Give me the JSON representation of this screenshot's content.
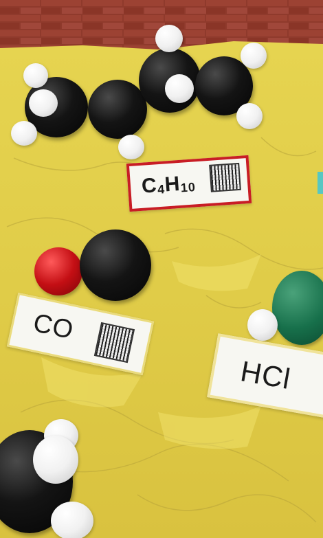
{
  "photo": {
    "labels": {
      "c4h10": {
        "formula_main": "C",
        "sub1": "4",
        "formula_mid": "H",
        "sub2": "10"
      },
      "co": {
        "formula": "CO"
      },
      "hcl": {
        "formula": "HCl"
      }
    },
    "colors": {
      "floor": "#8f3a2c",
      "paper": "#e3d04e",
      "carbon": "#0b0b0b",
      "hydrogen": "#f2f2f2",
      "oxygen": "#c40f14",
      "chlorine": "#17704b",
      "card_border_red": "#c81d25"
    }
  }
}
